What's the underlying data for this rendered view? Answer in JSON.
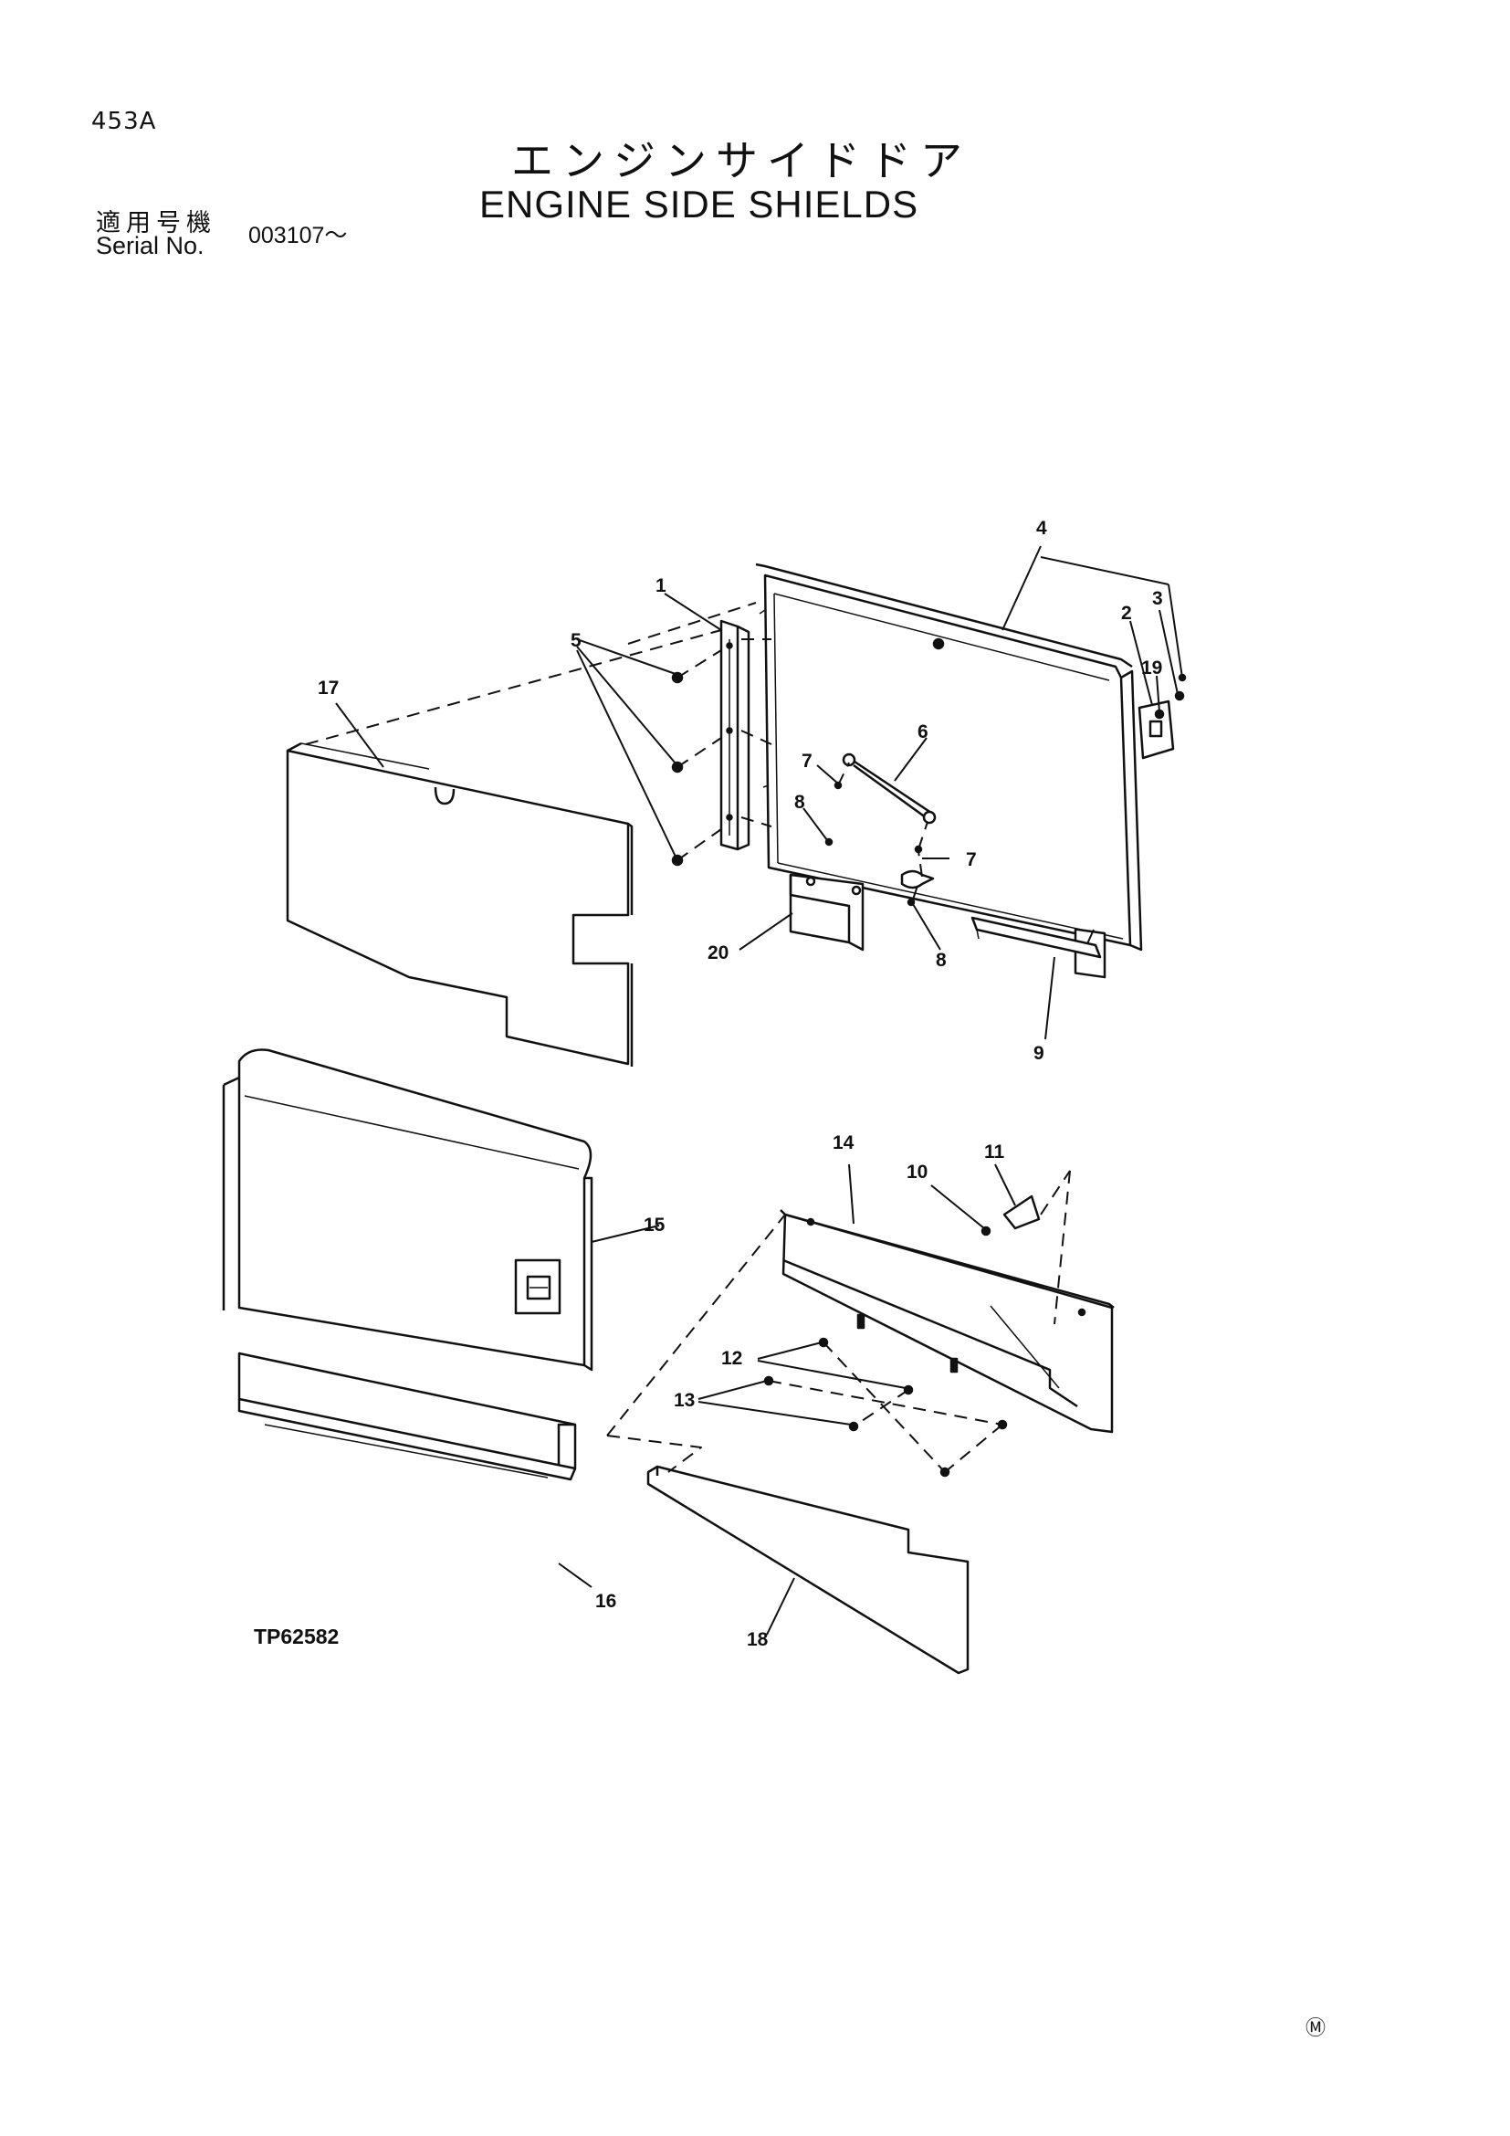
{
  "header": {
    "page_number": "453A",
    "title_jp": "エンジンサイドドア",
    "title_en": "ENGINE SIDE SHIELDS",
    "serial_label_jp": "適用号機",
    "serial_label_en": "Serial No.",
    "serial_value": "003107～"
  },
  "figure": {
    "id": "TP62582",
    "callouts": {
      "c1": "1",
      "c2": "2",
      "c3": "3",
      "c4": "4",
      "c5": "5",
      "c6": "6",
      "c7a": "7",
      "c7b": "7",
      "c8a": "8",
      "c8b": "8",
      "c9": "9",
      "c10": "10",
      "c11": "11",
      "c12": "12",
      "c13": "13",
      "c14": "14",
      "c15": "15",
      "c16": "16",
      "c17": "17",
      "c18": "18",
      "c19": "19",
      "c20": "20"
    },
    "corner_mark": "Ⓜ"
  }
}
